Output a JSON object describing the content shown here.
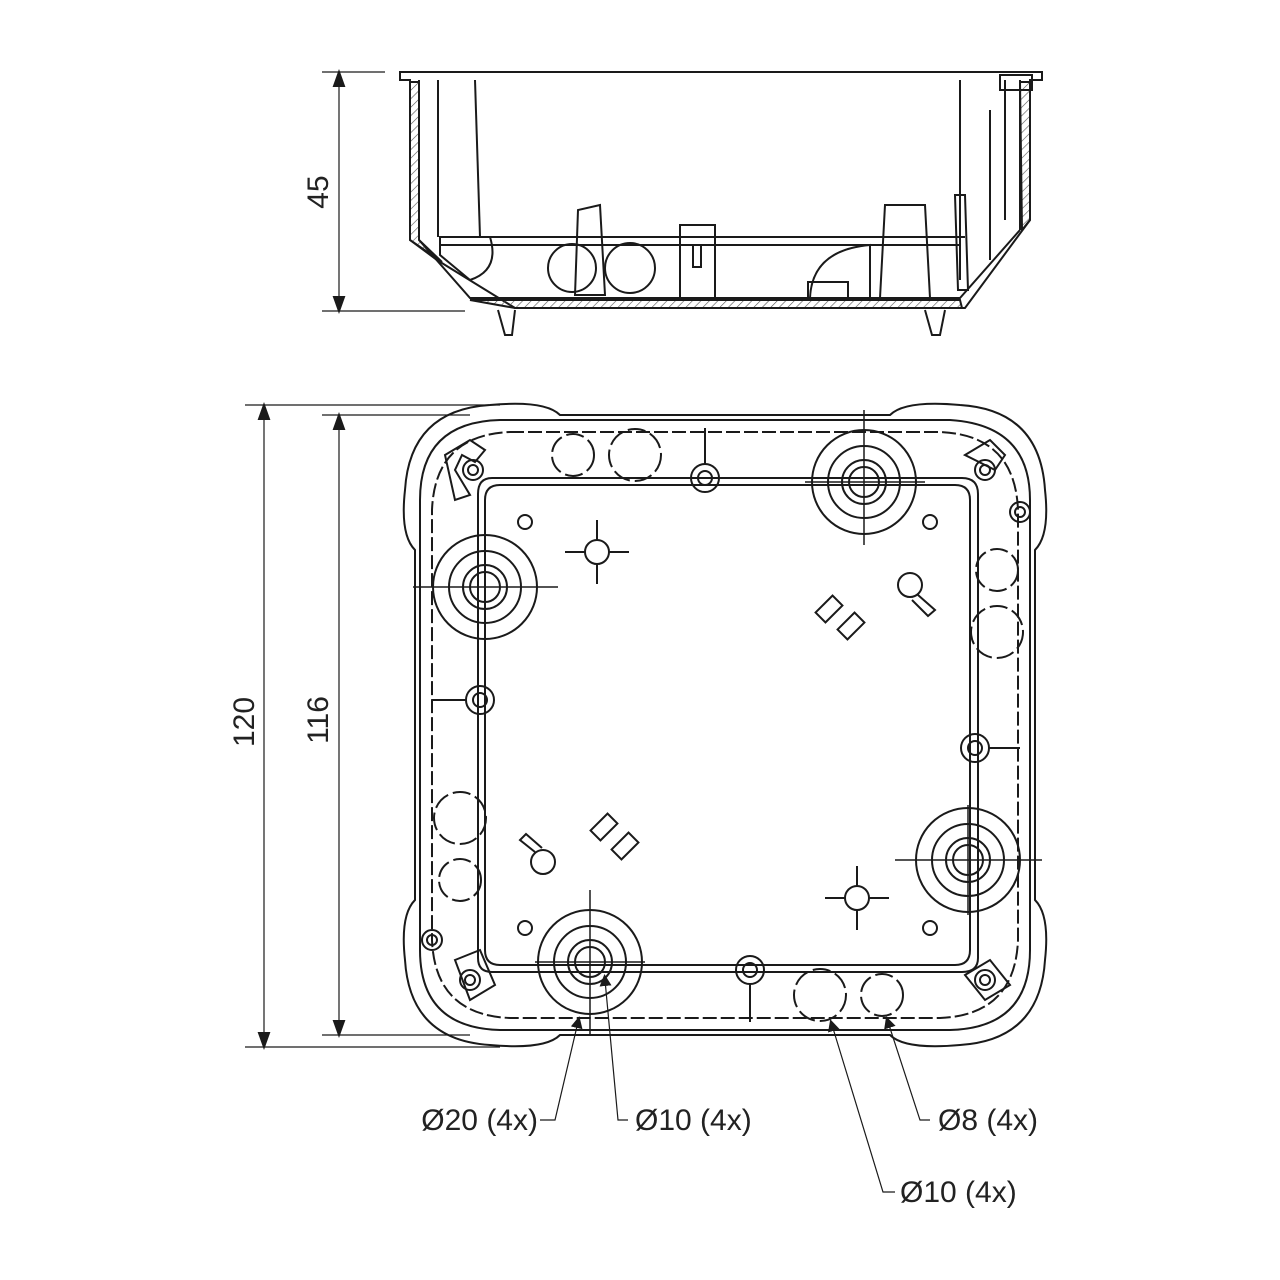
{
  "dimensions": {
    "height_side": "45",
    "outer_width": "120",
    "inner_width": "116"
  },
  "callouts": {
    "d20": "Ø20 (4x)",
    "d10_a": "Ø10 (4x)",
    "d8": "Ø8 (4x)",
    "d10_b": "Ø10 (4x)"
  },
  "colors": {
    "line": "#1a1a1a",
    "hatch": "#555555"
  }
}
